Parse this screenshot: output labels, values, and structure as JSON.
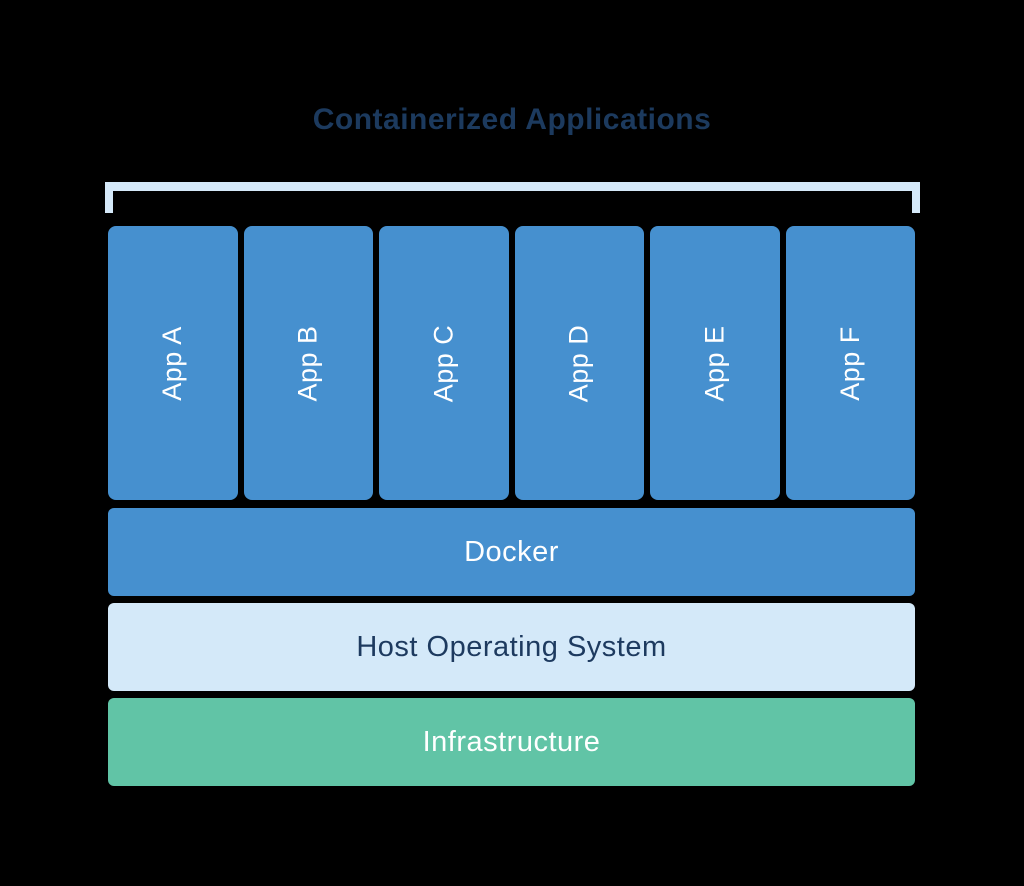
{
  "title": "Containerized Applications",
  "apps": [
    {
      "label": "App A"
    },
    {
      "label": "App B"
    },
    {
      "label": "App C"
    },
    {
      "label": "App D"
    },
    {
      "label": "App E"
    },
    {
      "label": "App F"
    }
  ],
  "layers": {
    "docker": {
      "label": "Docker"
    },
    "host_os": {
      "label": "Host Operating System"
    },
    "infrastructure": {
      "label": "Infrastructure"
    }
  },
  "colors": {
    "background": "#000000",
    "container_blue": "#4690cf",
    "light_blue": "#d4e9f9",
    "green": "#61c4a6",
    "title_text": "#1c3a5e",
    "dark_text": "#1d3a5f",
    "white_text": "#ffffff",
    "bracket": "#d5e9f9"
  }
}
